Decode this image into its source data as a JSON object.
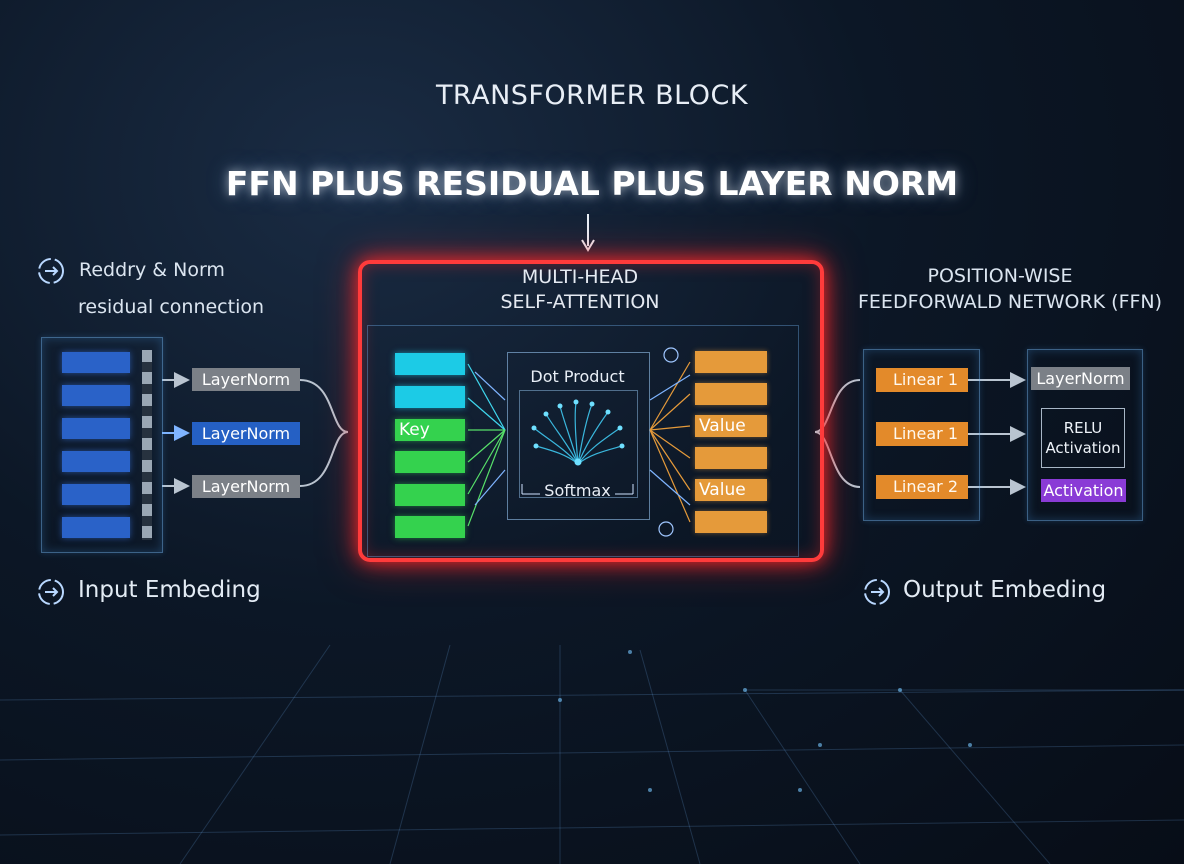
{
  "titles": {
    "top": "TRANSFORMER BLOCK",
    "main": "FFN PLUS RESIDUAL PLUS LAYER NORM"
  },
  "left": {
    "label1": "Reddry & Norm",
    "label2": "residual connection",
    "layernorm_1": "LayerNorm",
    "layernorm_2": "LayerNorm",
    "layernorm_3": "LayerNorm",
    "bottom_label": "Input Embeding"
  },
  "attention": {
    "title_line1": "MULTI-HEAD",
    "title_line2": "SELF-ATTENTION",
    "key_label": "Key",
    "dot_product": "Dot Product",
    "softmax": "Softmax",
    "value_label_1": "Value",
    "value_label_2": "Value"
  },
  "ffn": {
    "title_line1": "POSITION-WISE",
    "title_line2": "FEEDFORWALD NETWORK (FFN)",
    "linear_1": "Linear 1",
    "linear_2": "Linear 1",
    "linear_3": "Linear 2",
    "layernorm": "LayerNorm",
    "relu_line1": "RELU",
    "relu_line2": "Activation",
    "activation": "Activation",
    "bottom_label": "Output Embeding"
  },
  "colors": {
    "highlight_red": "#ff3b3b",
    "key_cyan": "#1ccbe6",
    "key_green": "#34d24e",
    "value_orange": "#e59a3a",
    "embedding_blue": "#2a62c8",
    "activation_purple": "#8a3bd6",
    "layernorm_gray": "#7b8087"
  },
  "icons": {
    "section_marker": "circular-arrows-icon"
  }
}
